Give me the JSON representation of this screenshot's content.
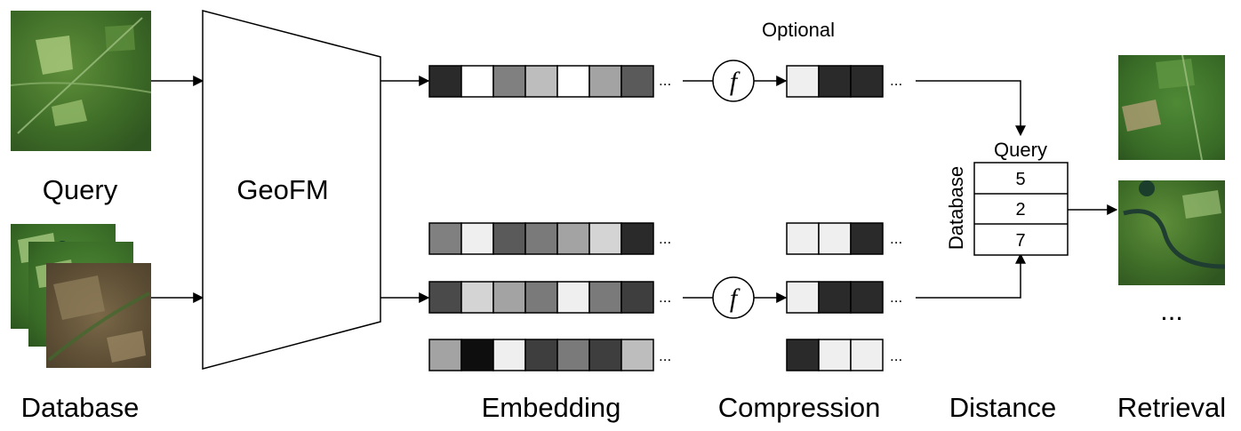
{
  "labels": {
    "query": "Query",
    "database": "Database",
    "geofm": "GeoFM",
    "embedding": "Embedding",
    "compression": "Compression",
    "distance": "Distance",
    "retrieval": "Retrieval",
    "optional": "Optional",
    "function_symbol": "f",
    "ellipsis_small": "...",
    "ellipsis_large": "..."
  },
  "distance_table": {
    "column_header": "Query",
    "row_header": "Database",
    "values": [
      "5",
      "2",
      "7"
    ]
  },
  "embeddings": {
    "query_row": [
      "#2a2a2a",
      "#ffffff",
      "#808080",
      "#bdbdbd",
      "#ffffff",
      "#a3a3a3",
      "#5a5a5a"
    ],
    "db_row_1": [
      "#808080",
      "#efefef",
      "#5a5a5a",
      "#7a7a7a",
      "#a3a3a3",
      "#d4d4d4",
      "#2a2a2a"
    ],
    "db_row_2": [
      "#4a4a4a",
      "#d4d4d4",
      "#a3a3a3",
      "#7a7a7a",
      "#efefef",
      "#7a7a7a",
      "#3e3e3e"
    ],
    "db_row_3": [
      "#a3a3a3",
      "#0e0e0e",
      "#efefef",
      "#3e3e3e",
      "#7a7a7a",
      "#3e3e3e",
      "#bdbdbd"
    ]
  },
  "compressed": {
    "query_row": [
      "#efefef",
      "#2a2a2a",
      "#2a2a2a"
    ],
    "db_row_1": [
      "#efefef",
      "#efefef",
      "#2a2a2a"
    ],
    "db_row_2": [
      "#efefef",
      "#2a2a2a",
      "#2a2a2a"
    ],
    "db_row_3": [
      "#2a2a2a",
      "#efefef",
      "#efefef"
    ]
  }
}
